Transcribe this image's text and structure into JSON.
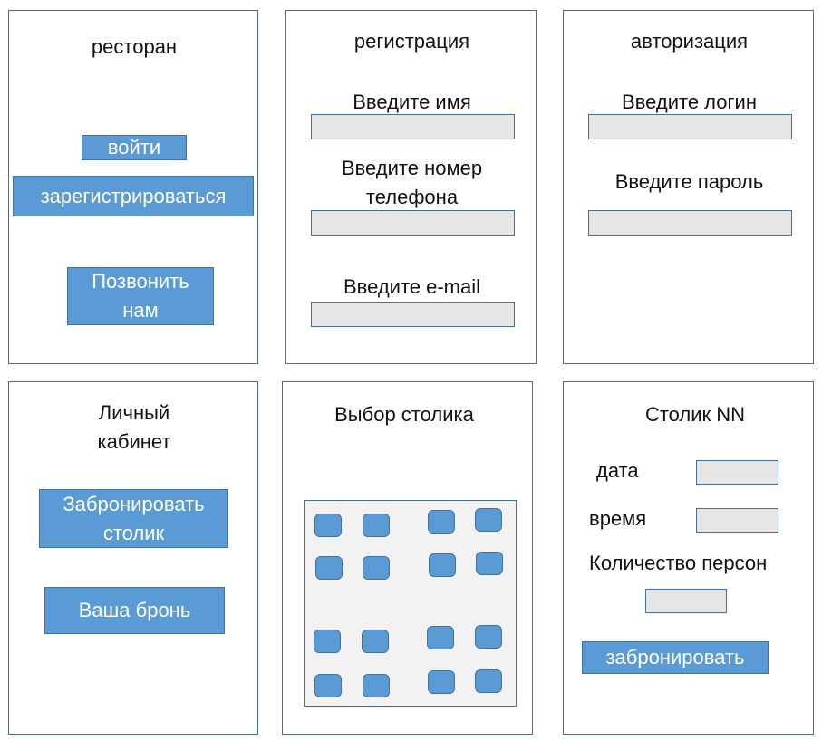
{
  "screens": {
    "restaurant": {
      "title": "ресторан",
      "login_button": "войти",
      "register_button": "зарегистрироваться",
      "call_button": "Позвонить\nнам"
    },
    "registration": {
      "title": "регистрация",
      "name_label": "Введите имя",
      "phone_label": "Введите номер\nтелефона",
      "email_label": "Введите e-mail"
    },
    "authorization": {
      "title": "авторизация",
      "login_label": "Введите логин",
      "password_label": "Введите пароль"
    },
    "account": {
      "title": "Личный\nкабинет",
      "book_button": "Забронировать\nстолик",
      "booking_button": "Ваша бронь"
    },
    "table_choice": {
      "title": "Выбор столика",
      "table_count": 16
    },
    "table_detail": {
      "title": "Столик NN",
      "date_label": "дата",
      "time_label": "время",
      "guests_label": "Количество персон",
      "book_button": "забронировать"
    }
  },
  "colors": {
    "button_fill": "#5b9bd5",
    "border": "#41719c",
    "field_fill": "#e7e6e6",
    "floor_fill": "#f2f2f2"
  }
}
